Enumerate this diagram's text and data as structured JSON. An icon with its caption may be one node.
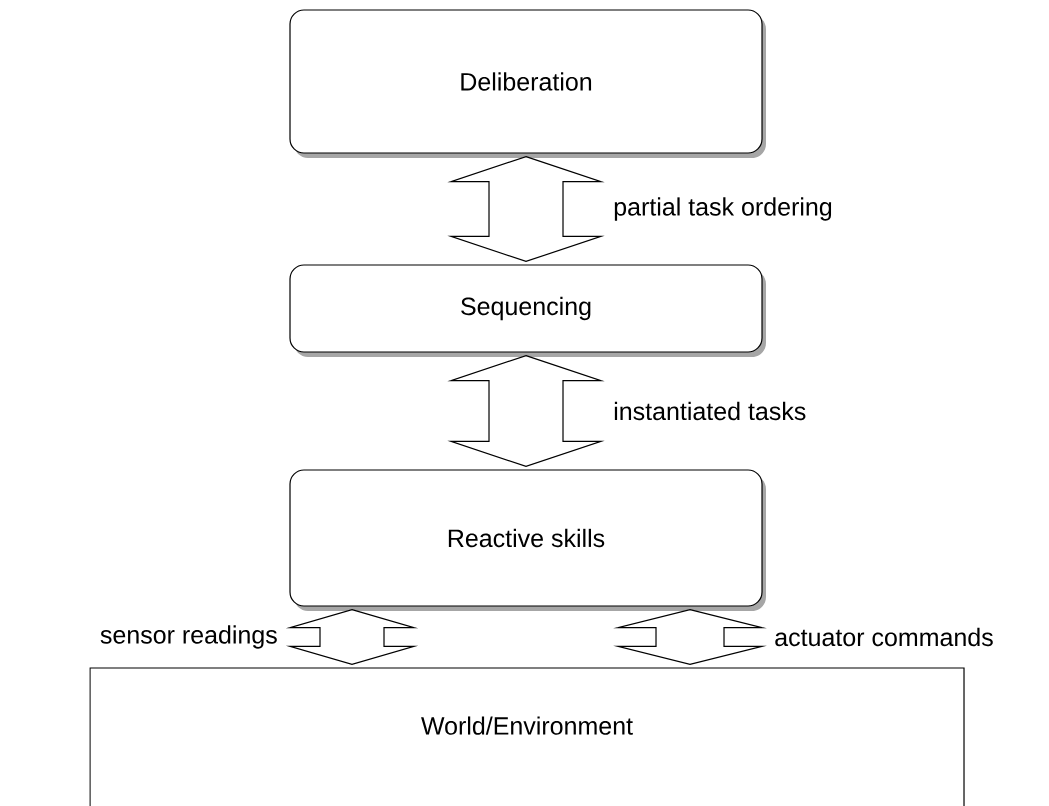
{
  "diagram": {
    "nodes": [
      {
        "text": [
          "Deliberation"
        ]
      },
      {
        "text": [
          "Sequencing"
        ]
      },
      {
        "text": [
          "Reactive skills"
        ]
      },
      {
        "text": [
          "World/Environment"
        ]
      }
    ],
    "edges": [
      {
        "from": 0,
        "to": 1,
        "arrow": "both",
        "label": "partial task ordering"
      },
      {
        "from": 1,
        "to": 2,
        "arrow": "both",
        "label": "instantiated tasks"
      },
      {
        "from": 2,
        "to": 3,
        "arrow": "both",
        "label": "sensor readings"
      },
      {
        "from": 2,
        "to": 3,
        "arrow": "both",
        "label": "actuator commands"
      }
    ]
  }
}
